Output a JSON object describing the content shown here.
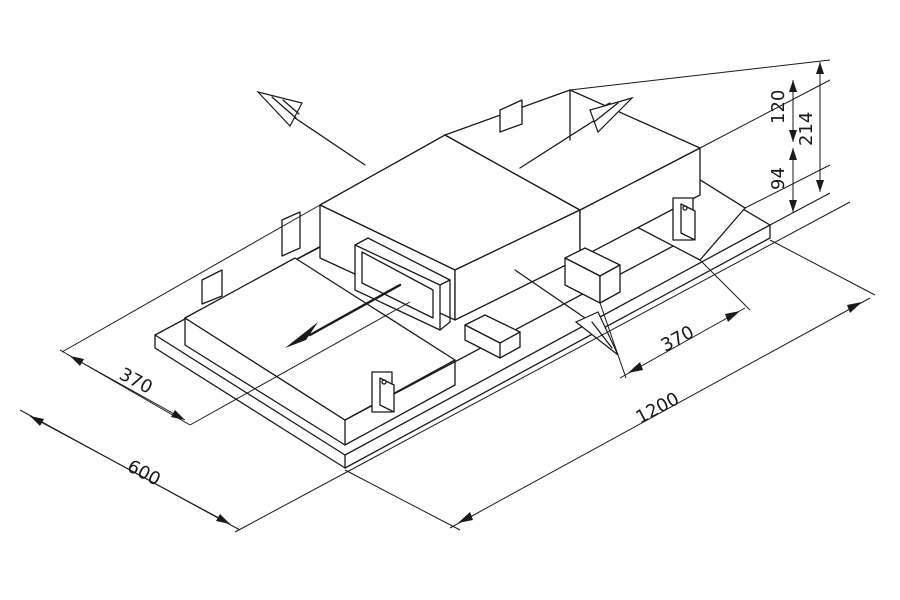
{
  "drawing": {
    "dimensions": {
      "width_600": "600",
      "length_1200": "1200",
      "grille_370_left": "370",
      "grille_370_right": "370",
      "height_120": "120",
      "height_214": "214",
      "height_94": "94"
    },
    "line_color": "#1a1a1a",
    "background": "#ffffff"
  }
}
